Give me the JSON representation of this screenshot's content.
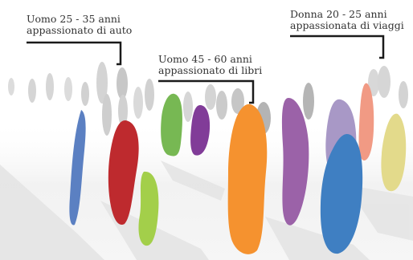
{
  "callouts": [
    {
      "line1": "Uomo 25 - 35 anni",
      "line2": "appassionato di auto"
    },
    {
      "line1": "Uomo 45 - 60 anni",
      "line2": "appassionato di libri"
    },
    {
      "line1": "Donna 20 - 25 anni",
      "line2": "appassionata di viaggi"
    }
  ],
  "colors": {
    "background_figures": "#c4c4c4",
    "blue": "#5b80c2",
    "red": "#be2a2e",
    "lime": "#a3cf4a",
    "green": "#77b853",
    "purple": "#813c98",
    "orange": "#f5922f",
    "violet": "#9b62a8",
    "lavender": "#a898c6",
    "salmon": "#f19a84",
    "steel_blue": "#3f7fc2",
    "light_yellow": "#e3da8b",
    "leader_line": "#1a1a1a"
  }
}
